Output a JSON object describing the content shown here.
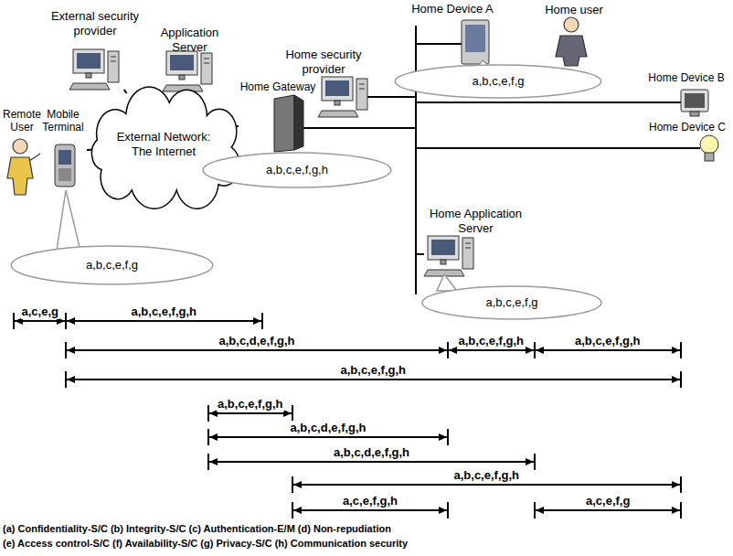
{
  "diagram": {
    "nodes": [
      {
        "text": [
          "External security provider"
        ]
      },
      {
        "text": [
          "Application Server"
        ]
      },
      {
        "text": [
          "Mobile Terminal"
        ]
      },
      {
        "text": [
          "External Network: The Internet"
        ]
      },
      {
        "text": [
          "Home Gateway"
        ]
      },
      {
        "text": [
          "Home security provider"
        ]
      },
      {
        "text": [
          "Home Device A"
        ]
      },
      {
        "text": [
          "Home Device B"
        ]
      },
      {
        "text": [
          "Home Device C"
        ]
      },
      {
        "text": [
          "Home Application Server"
        ]
      },
      {
        "text": [
          "a,b,c,e,f,g"
        ]
      },
      {
        "text": [
          "a,b,c,e,f,g,h"
        ]
      },
      {
        "text": [
          "a,b,c,e,f,g"
        ]
      },
      {
        "text": [
          "a,b,c,e,f,g"
        ]
      }
    ],
    "edges": [
      {
        "from": 0,
        "to": 3,
        "arrow": "none"
      },
      {
        "from": 1,
        "to": 3,
        "arrow": "none"
      },
      {
        "from": 2,
        "to": 3,
        "arrow": "none"
      },
      {
        "from": 3,
        "to": 4,
        "arrow": "none"
      }
    ],
    "labels": [
      "Remote User",
      "Home user",
      "a,c,e,g",
      "a,b,c,e,f,g,h",
      "a,b,c,d,e,f,g,h",
      "a,b,c,e,f,g,h",
      "a,b,c,e,f,g,h",
      "a,b,c,e,f,g,h",
      "a,b,c,e,f,g,h",
      "a,b,c,d,e,f,g,h",
      "a,b,c,d,e,f,g,h",
      "a,b,c,e,f,g,h",
      "a,c,e,f,g,h",
      "a,c,e,f,g",
      "(a) Confidentiality-S/C (b) Integrity-S/C (c) Authentication-E/M (d) Non-repudiation",
      "(e) Access control-S/C (f) Availability-S/C (g) Privacy-S/C (h) Communication security"
    ]
  }
}
